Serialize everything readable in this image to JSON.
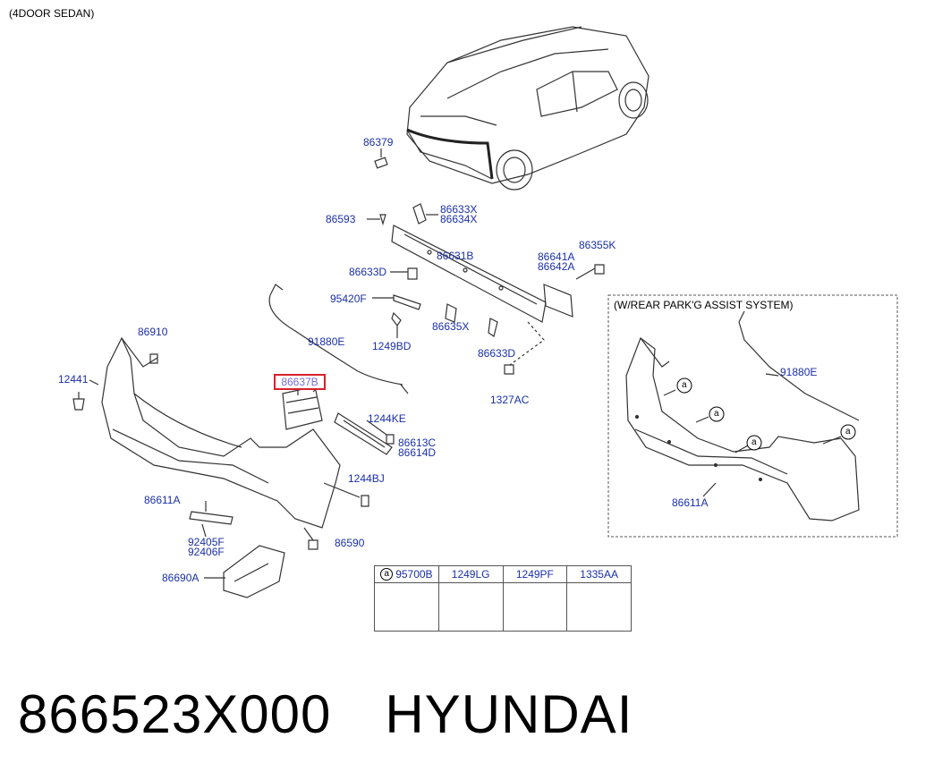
{
  "header": "(4DOOR SEDAN)",
  "inset_title": "(W/REAR PARK'G ASSIST SYSTEM)",
  "highlight_label": "86637B",
  "labels": {
    "p86379": "86379",
    "p86593": "86593",
    "p86633X": "86633X",
    "p86634X": "86634X",
    "p86631B": "86631B",
    "p86641A": "86641A",
    "p86642A": "86642A",
    "p86355K": "86355K",
    "p86633D_a": "86633D",
    "p95420F": "95420F",
    "p1249BD": "1249BD",
    "p86635X": "86635X",
    "p86633D_b": "86633D",
    "p1327AC": "1327AC",
    "p91880E": "91880E",
    "p86910": "86910",
    "p12441": "12441",
    "p1244KE": "1244KE",
    "p86613C": "86613C",
    "p86614D": "86614D",
    "p1244BJ": "1244BJ",
    "p86611A": "86611A",
    "p92405F": "92405F",
    "p92406F": "92406F",
    "p86590": "86590",
    "p86690A": "86690A",
    "inset_91880E": "91880E",
    "inset_86611A": "86611A",
    "callout_a": "a"
  },
  "legend": {
    "marker": "a",
    "items": [
      "95700B",
      "1249LG",
      "1249PF",
      "1335AA"
    ]
  },
  "caption": {
    "part_number": "866523X000",
    "brand": "HYUNDAI"
  },
  "colors": {
    "label": "#1a2fa8",
    "highlight_border": "#d8202b",
    "line": "#333333"
  }
}
